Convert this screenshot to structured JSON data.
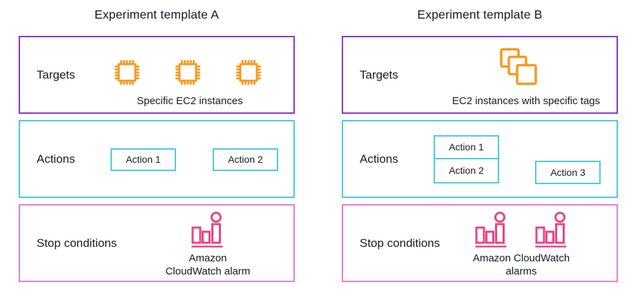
{
  "diagram": {
    "templates": [
      {
        "id": "A",
        "title": "Experiment template A",
        "targets": {
          "label": "Targets",
          "icon": "ec2-instance-icon",
          "icon_count": 3,
          "caption": "Specific EC2 instances"
        },
        "actions": {
          "label": "Actions",
          "items": [
            "Action 1",
            "Action 2"
          ]
        },
        "stop_conditions": {
          "label": "Stop conditions",
          "icon": "cloudwatch-alarm-icon",
          "icon_count": 1,
          "caption_lines": [
            "Amazon",
            "CloudWatch alarm"
          ]
        }
      },
      {
        "id": "B",
        "title": "Experiment template B",
        "targets": {
          "label": "Targets",
          "icon": "tagged-instances-icon",
          "icon_count": 1,
          "caption": "EC2 instances with specific tags"
        },
        "actions": {
          "label": "Actions",
          "items": [
            "Action 1",
            "Action 2",
            "Action 3"
          ]
        },
        "stop_conditions": {
          "label": "Stop conditions",
          "icon": "cloudwatch-alarm-icon",
          "icon_count": 2,
          "caption_lines": [
            "Amazon CloudWatch",
            "alarms"
          ]
        }
      }
    ],
    "colors": {
      "targets_border": "#8c35c8",
      "actions_border": "#4dc9e6",
      "stop_border": "#df7ede",
      "instance_icon": "#f8991d",
      "alarm_icon": "#ee437f",
      "text": "#16191f"
    }
  }
}
